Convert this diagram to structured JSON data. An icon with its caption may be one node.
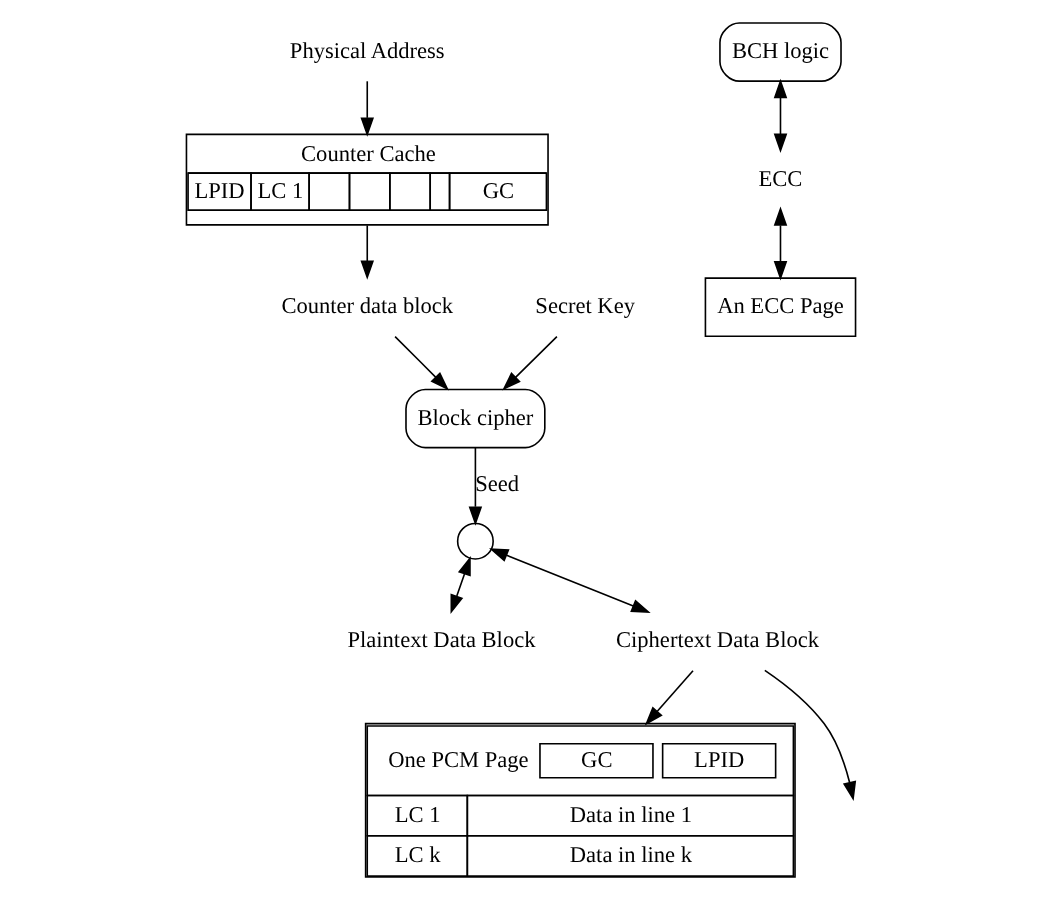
{
  "diagram": {
    "nodes": [
      {
        "text": [
          "Physical Address"
        ]
      },
      {
        "text": [
          "Counter Cache",
          "LPID",
          "LC 1",
          "GC"
        ]
      },
      {
        "text": [
          "Counter data block"
        ]
      },
      {
        "text": [
          "Block cipher"
        ]
      },
      {
        "text": [
          "Secret Key"
        ]
      },
      {
        "text": [],
        "shape": "circle"
      },
      {
        "text": [
          "Plaintext Data Block"
        ]
      },
      {
        "text": [
          "Ciphertext Data Block"
        ]
      },
      {
        "text": [
          "BCH logic"
        ]
      },
      {
        "text": [
          "ECC"
        ]
      },
      {
        "text": [
          "An ECC Page"
        ]
      },
      {
        "text": [
          "One PCM Page",
          "GC",
          "LPID",
          "LC 1",
          "Data in line 1",
          "LC k",
          "Data in line k"
        ]
      }
    ],
    "edges": [
      {
        "from": 0,
        "to": 1,
        "arrow": "to"
      },
      {
        "from": 1,
        "to": 2,
        "arrow": "to"
      },
      {
        "from": 2,
        "to": 3,
        "arrow": "to"
      },
      {
        "from": 4,
        "to": 3,
        "arrow": "to"
      },
      {
        "from": 3,
        "to": 5,
        "arrow": "to",
        "label": "Seed"
      },
      {
        "from": 5,
        "to": 6,
        "arrow": "both"
      },
      {
        "from": 5,
        "to": 7,
        "arrow": "both"
      },
      {
        "from": 7,
        "to": null,
        "arrow": "to"
      },
      {
        "from": 8,
        "to": 9,
        "arrow": "both"
      },
      {
        "from": 9,
        "to": 10,
        "arrow": "both"
      },
      {
        "from": 7,
        "to": 11,
        "arrow": "to"
      }
    ]
  }
}
